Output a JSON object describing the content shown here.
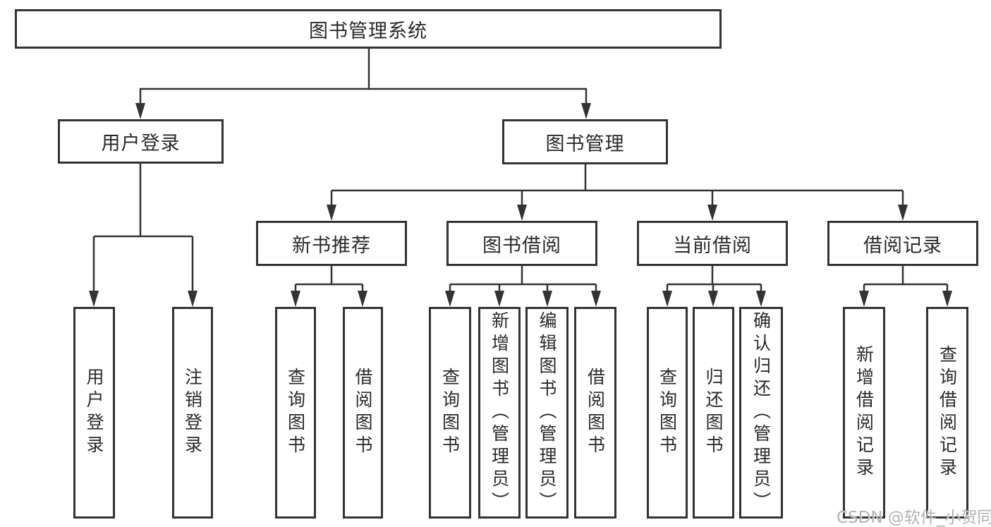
{
  "diagram": {
    "root": {
      "label": "图书管理系统"
    },
    "level2": [
      {
        "label": "用户登录"
      },
      {
        "label": "图书管理"
      }
    ],
    "level3": [
      {
        "label": "新书推荐"
      },
      {
        "label": "图书借阅"
      },
      {
        "label": "当前借阅"
      },
      {
        "label": "借阅记录"
      }
    ],
    "leaves": [
      {
        "label": "用户登录"
      },
      {
        "label": "注销登录"
      },
      {
        "label": "查询图书"
      },
      {
        "label": "借阅图书"
      },
      {
        "label": "查询图书"
      },
      {
        "label": "新增图书（管理员）"
      },
      {
        "label": "编辑图书（管理员）"
      },
      {
        "label": "借阅图书"
      },
      {
        "label": "查询图书"
      },
      {
        "label": "归还图书"
      },
      {
        "label": "确认归还（管理员）"
      },
      {
        "label": "新增借阅记录"
      },
      {
        "label": "查询借阅记录"
      }
    ],
    "watermark": "CSDN @软件_小贺同学",
    "colors": {
      "line": "#333333",
      "text": "#2a2a2a",
      "background": "#ffffff",
      "watermark": "#b3b3b3"
    }
  }
}
